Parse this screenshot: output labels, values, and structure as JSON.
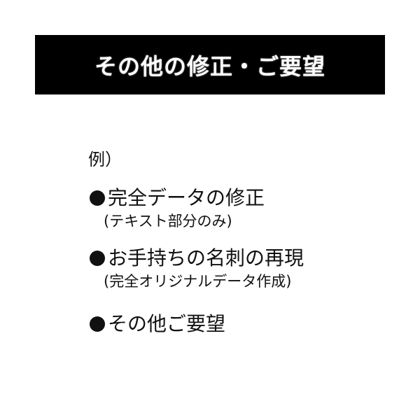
{
  "banner": {
    "title": "その他の修正・ご要望",
    "background": "#000000",
    "text_color": "#ffffff"
  },
  "example_label": "例）",
  "items": [
    {
      "icon": "bullet-icon",
      "label": "完全データの修正",
      "sub": "(テキスト部分のみ)"
    },
    {
      "icon": "bullet-icon",
      "label": "お手持ちの名刺の再現",
      "sub": "(完全オリジナルデータ作成)"
    },
    {
      "icon": "bullet-icon",
      "label": "その他ご要望"
    }
  ]
}
